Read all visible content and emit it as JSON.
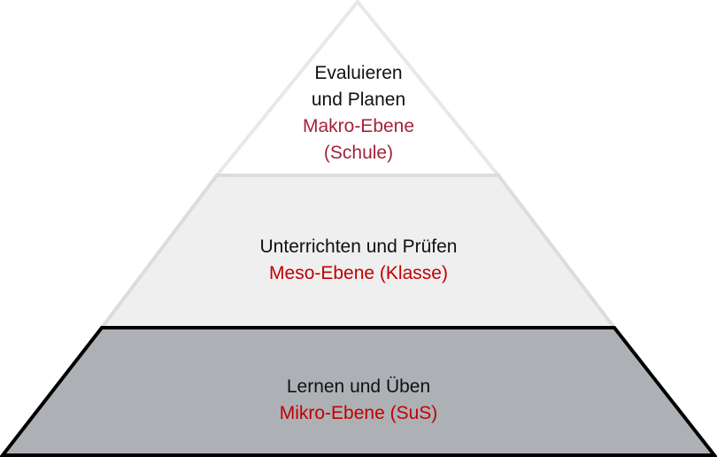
{
  "diagram": {
    "type": "pyramid",
    "tiers": [
      {
        "level": "top",
        "title_lines": [
          "Evaluieren",
          "und Planen"
        ],
        "subtitle_lines": [
          "Makro-Ebene",
          "(Schule)"
        ],
        "fill": "#ffffff",
        "border": "#e6e6e6",
        "subtitle_color": "#a3233a"
      },
      {
        "level": "middle",
        "title_lines": [
          "Unterrichten und Prüfen"
        ],
        "subtitle_lines": [
          "Meso-Ebene (Klasse)"
        ],
        "fill": "#efefef",
        "border": "#dadada",
        "subtitle_color": "#c00000"
      },
      {
        "level": "bottom",
        "title_lines": [
          "Lernen und Üben"
        ],
        "subtitle_lines": [
          "Mikro-Ebene (SuS)"
        ],
        "fill": "#adb1b5",
        "border": "#000000",
        "subtitle_color": "#c00000"
      }
    ]
  }
}
